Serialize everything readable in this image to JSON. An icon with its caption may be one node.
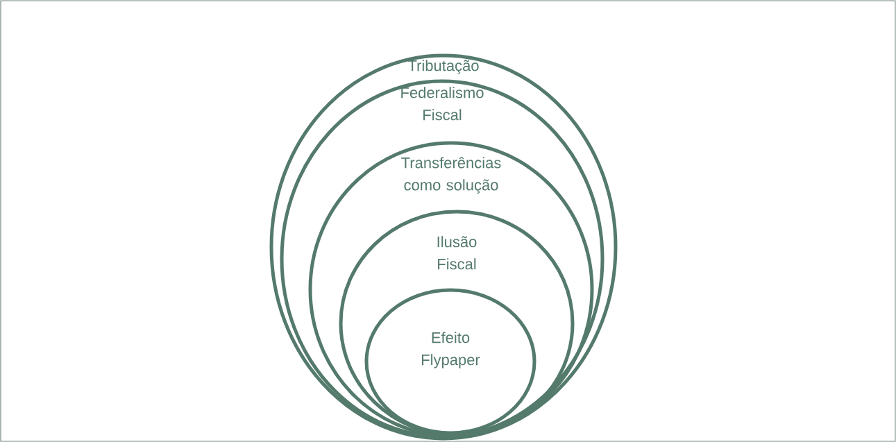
{
  "diagram": {
    "nodes": [
      {
        "text": [
          "Tributação"
        ]
      },
      {
        "text": [
          "Federalismo Fiscal"
        ],
        "in": 0
      },
      {
        "text": [
          "Transferências como solução"
        ],
        "in": 1
      },
      {
        "text": [
          "Ilusão Fiscal"
        ],
        "in": 2
      },
      {
        "text": [
          "Efeito Flypaper"
        ],
        "in": 3
      }
    ]
  }
}
